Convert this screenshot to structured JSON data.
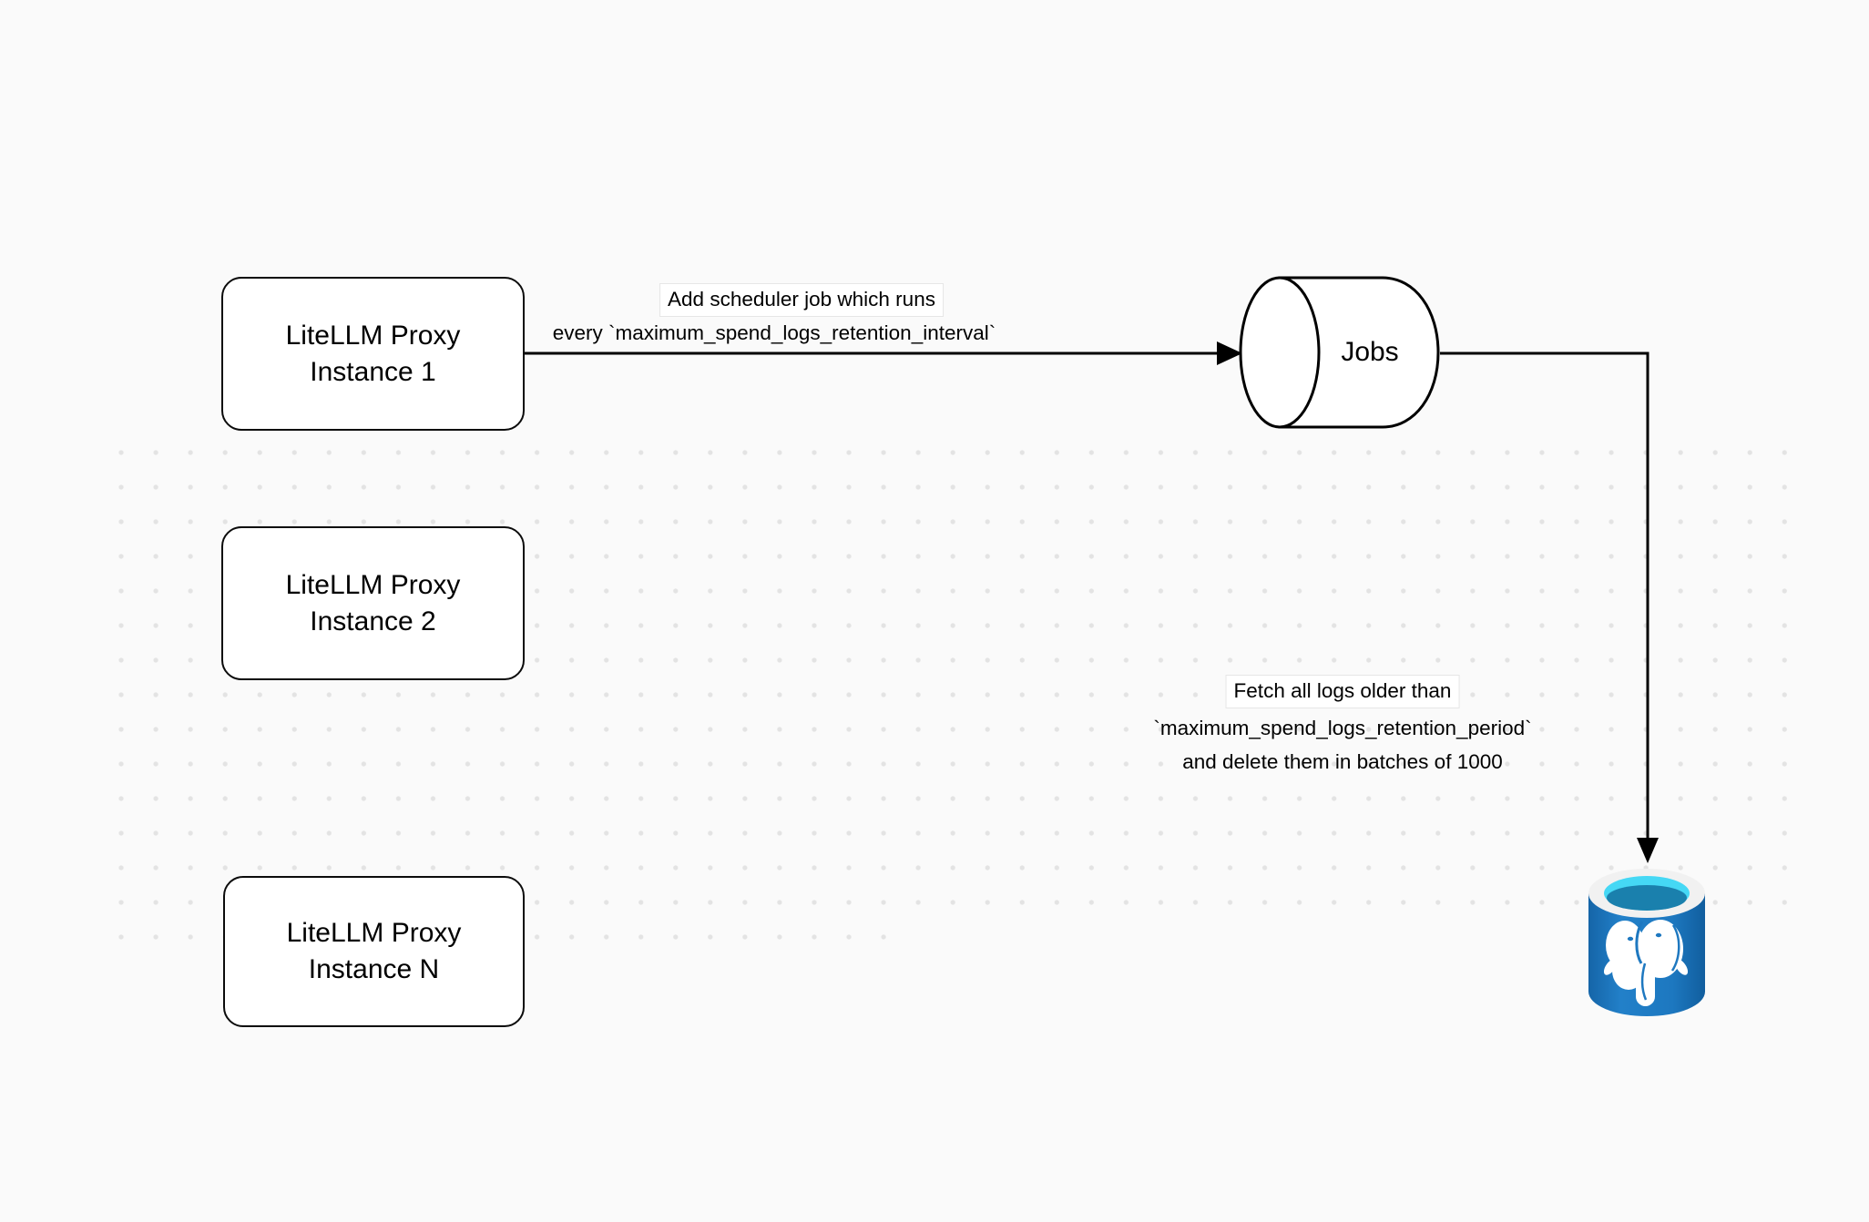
{
  "nodes": {
    "proxy_instance_1": {
      "lines": [
        "LiteLLM Proxy",
        "Instance 1"
      ]
    },
    "proxy_instance_2": {
      "lines": [
        "LiteLLM Proxy",
        "Instance 2"
      ]
    },
    "proxy_instance_n": {
      "lines": [
        "LiteLLM Proxy",
        "Instance N"
      ]
    },
    "jobs_queue": {
      "label": "Jobs"
    },
    "postgres_database": {
      "icon": "postgresql-database-icon"
    }
  },
  "edges": {
    "add_scheduler_job": {
      "lines": [
        "Add scheduler job which runs",
        "every `maximum_spend_logs_retention_interval`"
      ]
    },
    "fetch_and_delete": {
      "lines": [
        "Fetch all logs older than",
        "`maximum_spend_logs_retention_period`",
        "and delete them in batches of 1000"
      ]
    }
  },
  "colors": {
    "background": "#fafafa",
    "dot_grid": "#e3e3e3",
    "shape_stroke": "#000000",
    "shape_fill": "#ffffff",
    "postgres_blue": "#1e78c0",
    "postgres_blue_dark": "#115e9e",
    "postgres_cyan": "#45d8f5",
    "postgres_pool": "#1a80ad",
    "postgres_rim": "#f1f1f1"
  }
}
